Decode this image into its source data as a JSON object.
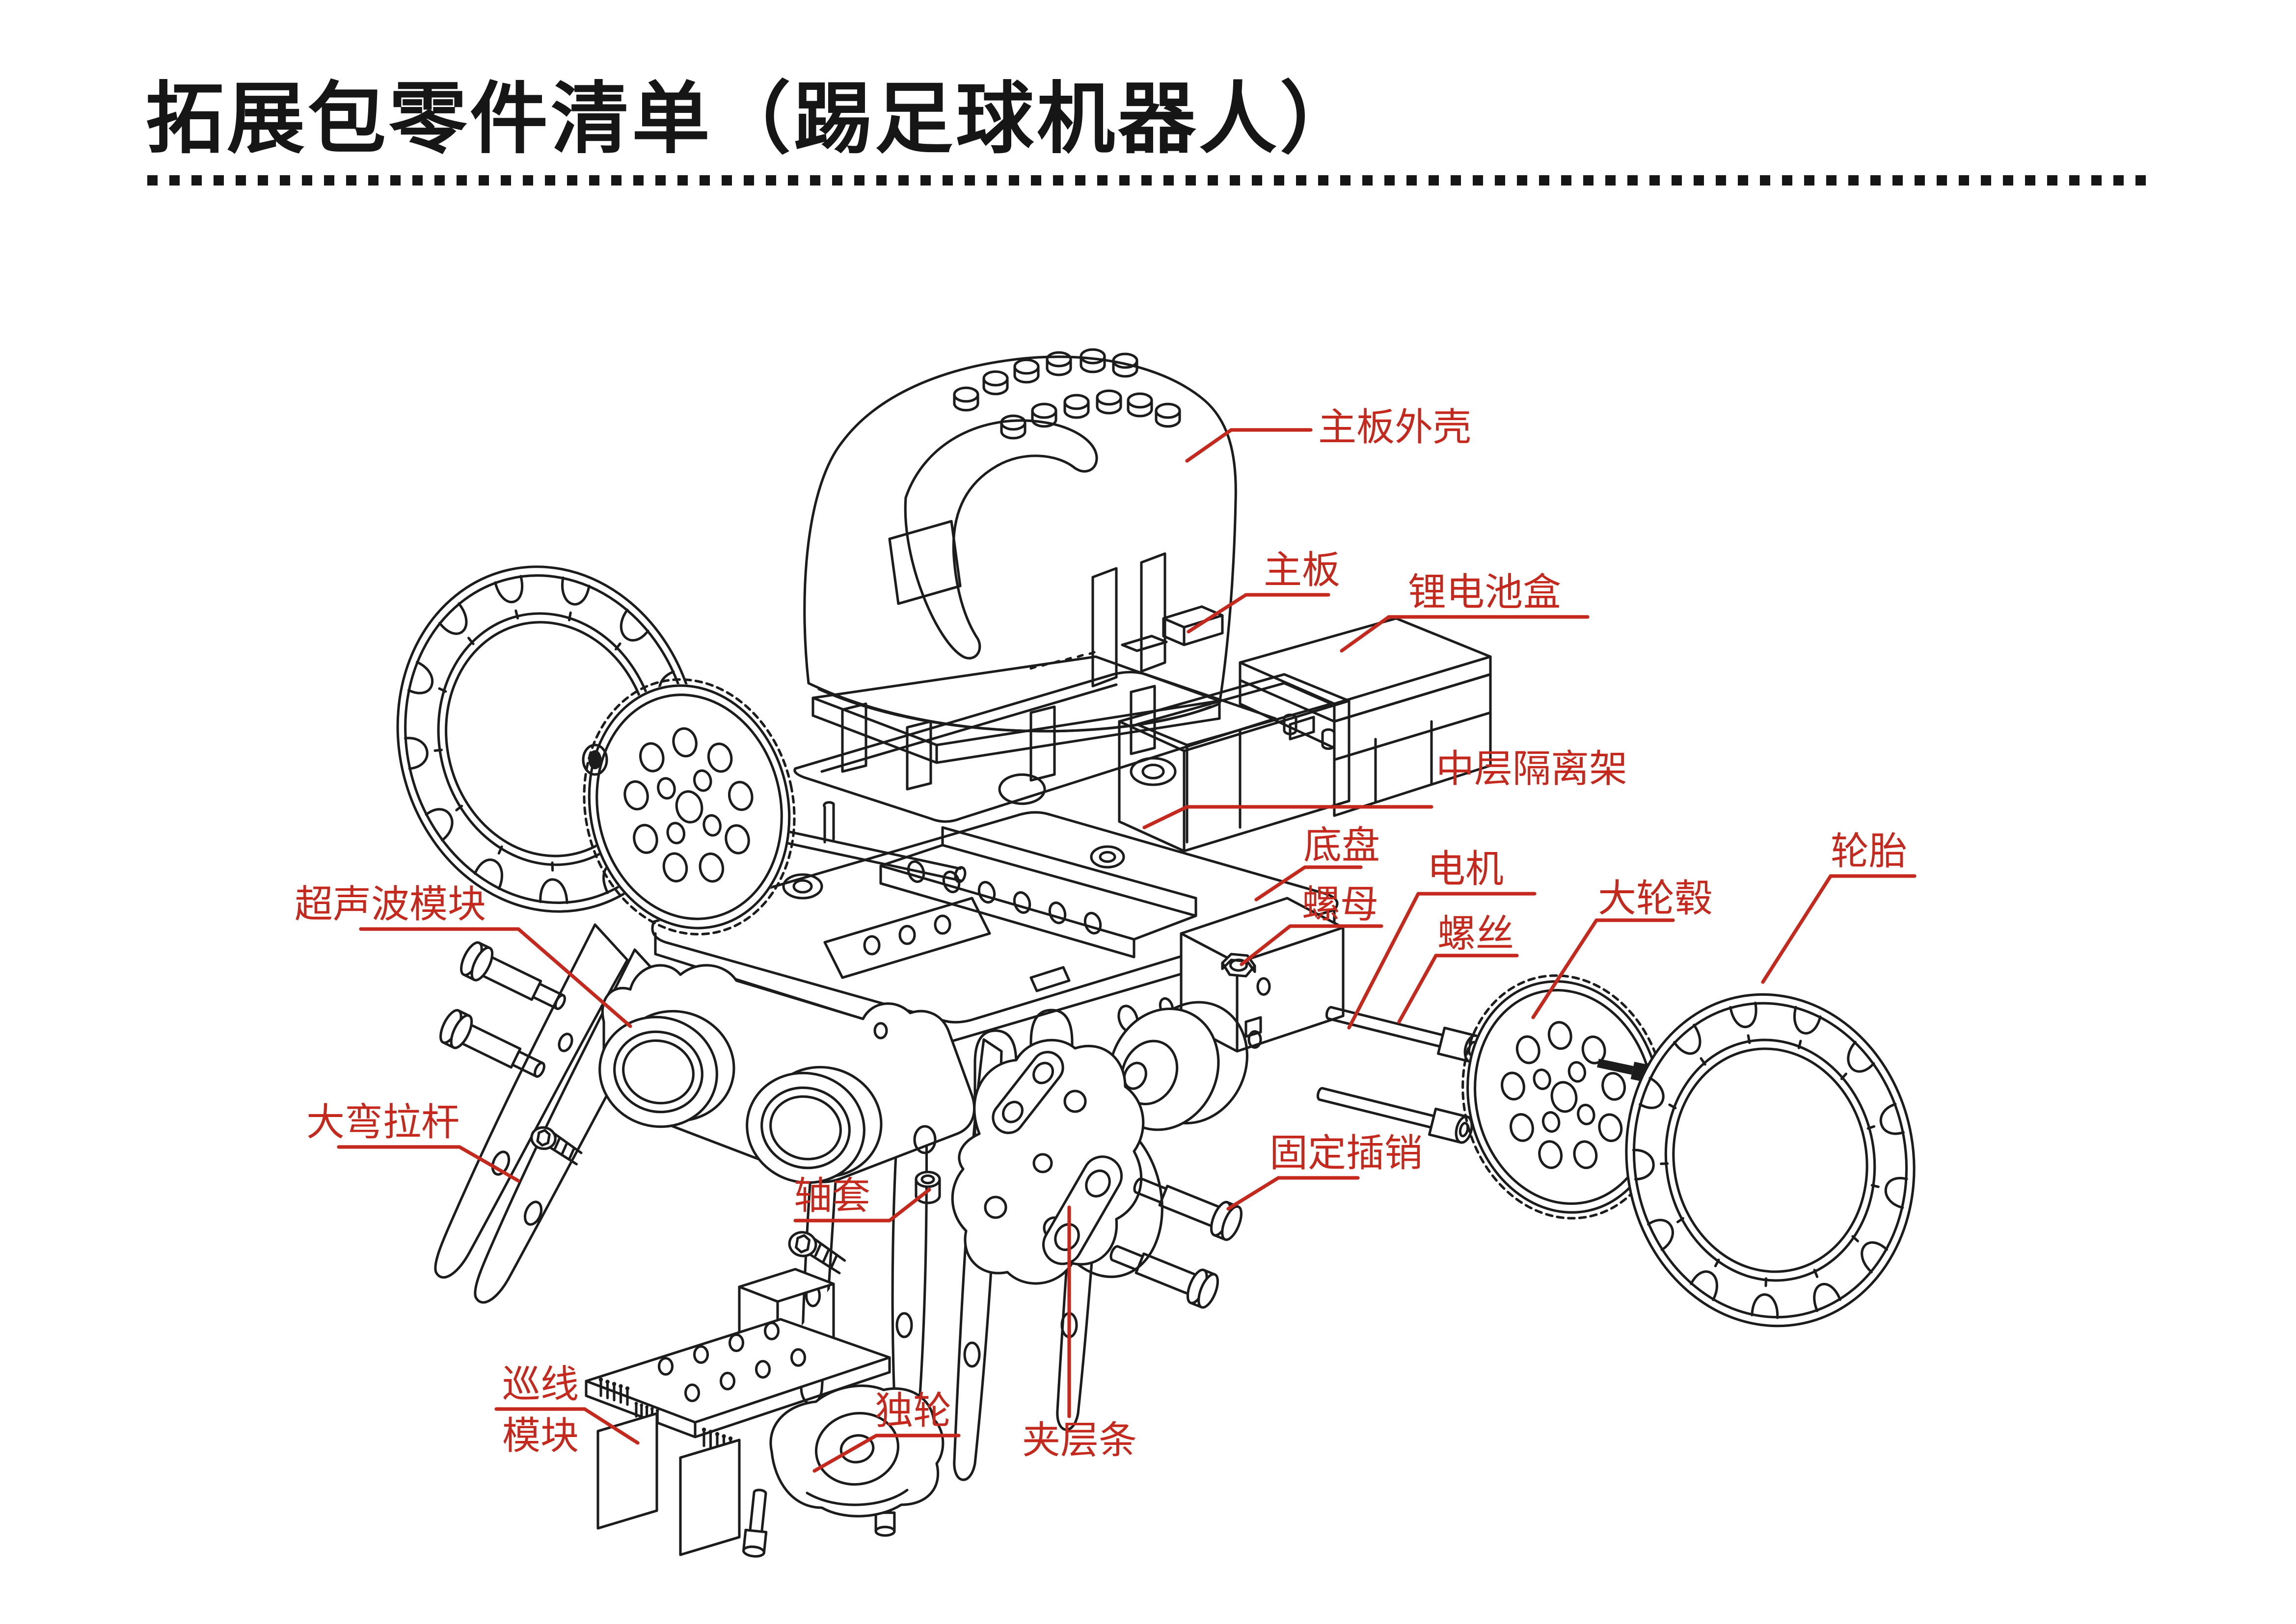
{
  "page": {
    "title": "拓展包零件清单（踢足球机器人）"
  },
  "colors": {
    "label_red": "#c5291d",
    "line_art_black": "#1c1c1c",
    "background": "#ffffff"
  },
  "diagram": {
    "type": "exploded-parts-diagram",
    "labels": {
      "mainboard_shell": "主板外壳",
      "mainboard": "主板",
      "battery_box": "锂电池盒",
      "middle_frame": "中层隔离架",
      "chassis": "底盘",
      "motor": "电机",
      "nut": "螺母",
      "screw": "螺丝",
      "big_wheel_hub": "大轮毂",
      "tire": "轮胎",
      "ultrasonic_module": "超声波模块",
      "big_bent_rod": "大弯拉杆",
      "shaft_sleeve": "轴套",
      "line_patrol_line1": "巡线",
      "line_patrol_line2": "模块",
      "single_wheel": "独轮",
      "sandwich_strip": "夹层条",
      "fixing_pin": "固定插销"
    }
  }
}
